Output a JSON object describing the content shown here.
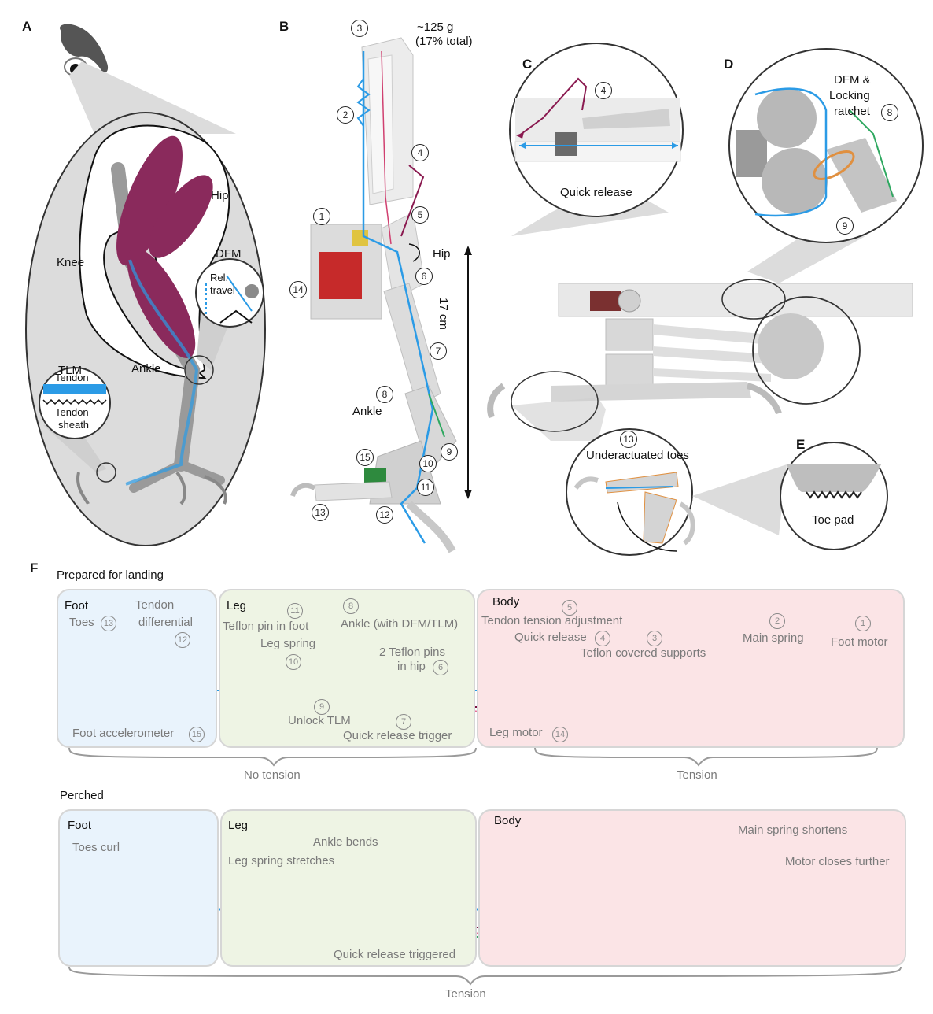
{
  "panels": {
    "a": "A",
    "b": "B",
    "c": "C",
    "d": "D",
    "e": "E",
    "f": "F"
  },
  "panel_a": {
    "hip": "Hip",
    "knee": "Knee",
    "ankle": "Ankle",
    "dfm": "DFM",
    "rel_travel_1": "Rel.",
    "rel_travel_2": "travel",
    "tlm": "TLM",
    "tendon": "Tendon",
    "tendon_sheath_1": "Tendon",
    "tendon_sheath_2": "sheath"
  },
  "panel_b": {
    "mass_1": "~125 g",
    "mass_2": "(17% total)",
    "hip": "Hip",
    "ankle": "Ankle",
    "length": "17 cm",
    "n1": "1",
    "n2": "2",
    "n3": "3",
    "n4": "4",
    "n5": "5",
    "n6": "6",
    "n7": "7",
    "n8": "8",
    "n9": "9",
    "n10": "10",
    "n11": "11",
    "n12": "12",
    "n13": "13",
    "n14": "14",
    "n15": "15"
  },
  "panel_c": {
    "caption": "Quick release",
    "n4": "4"
  },
  "panel_d": {
    "caption_1": "DFM &",
    "caption_2": "Locking",
    "caption_3": "ratchet",
    "n8": "8",
    "n9": "9"
  },
  "panel_toes": {
    "caption": "Underactuated toes",
    "n13": "13"
  },
  "panel_e": {
    "caption": "Toe pad"
  },
  "f_top": {
    "title": "Prepared for landing",
    "foot": "Foot",
    "leg": "Leg",
    "body": "Body",
    "toes": "Toes",
    "toes_n": "13",
    "tendon_diff_1": "Tendon",
    "tendon_diff_2": "differential",
    "tendon_diff_n": "12",
    "accel": "Foot accelerometer",
    "accel_n": "15",
    "teflon_pin": "Teflon pin in foot",
    "teflon_pin_n": "11",
    "leg_spring": "Leg spring",
    "leg_spring_n": "10",
    "ankle": "Ankle (with DFM/TLM)",
    "ankle_n": "8",
    "teflon_hip_1": "2 Teflon pins",
    "teflon_hip_2": "in hip",
    "teflon_hip_n": "6",
    "unlock": "Unlock TLM",
    "unlock_n": "9",
    "qr_trigger": "Quick release trigger",
    "qr_trigger_n": "7",
    "tension_adj": "Tendon tension adjustment",
    "tension_adj_n": "5",
    "quick_release": "Quick release",
    "quick_release_n": "4",
    "teflon_supports": "Teflon covered supports",
    "teflon_supports_n": "3",
    "main_spring": "Main spring",
    "main_spring_n": "2",
    "foot_motor": "Foot motor",
    "foot_motor_n": "1",
    "leg_motor": "Leg motor",
    "leg_motor_n": "14",
    "no_tension": "No tension",
    "tension": "Tension"
  },
  "f_bottom": {
    "title": "Perched",
    "foot": "Foot",
    "leg": "Leg",
    "body": "Body",
    "toes_curl": "Toes curl",
    "leg_spring": "Leg spring stretches",
    "ankle_bends": "Ankle bends",
    "qr_triggered": "Quick release triggered",
    "main_spring": "Main spring shortens",
    "motor": "Motor closes further",
    "tension": "Tension"
  },
  "colors": {
    "tendon": "#2b9be6",
    "pink": "#e8709a",
    "green": "#2ea860",
    "maroon": "#7a1040",
    "muscle": "#8a2a5c",
    "bone": "#9a9a9a",
    "grey": "#c8c8c8"
  }
}
